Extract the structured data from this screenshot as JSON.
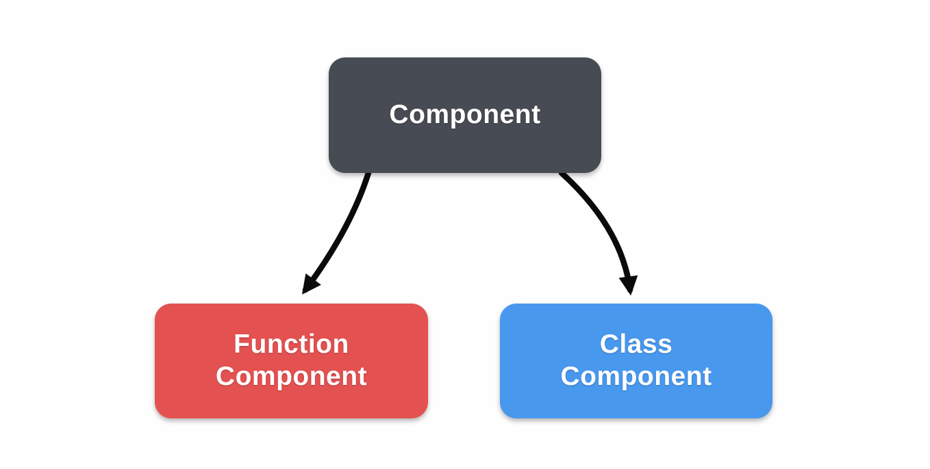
{
  "diagram": {
    "edge_color": "#0b0b0b",
    "nodes": {
      "component": {
        "label": "Component",
        "color": "#474b53",
        "text_color": "#ffffff"
      },
      "function_component": {
        "label": "Function\nComponent",
        "color": "#e35150",
        "text_color": "#ffffff"
      },
      "class_component": {
        "label": "Class\nComponent",
        "color": "#4898ee",
        "text_color": "#ffffff"
      }
    },
    "edges": [
      {
        "from": "Component",
        "to": "Function Component"
      },
      {
        "from": "Component",
        "to": "Class Component"
      }
    ]
  }
}
